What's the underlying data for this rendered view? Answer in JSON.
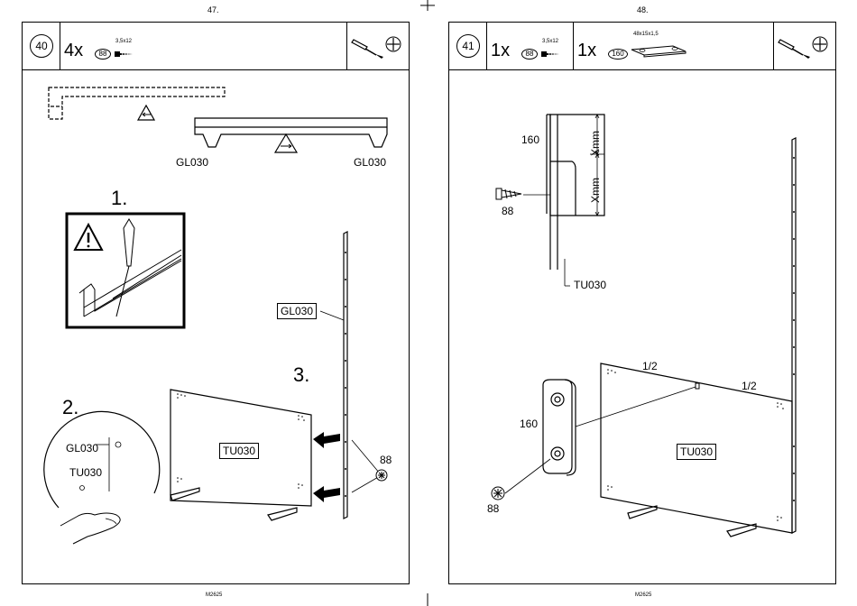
{
  "left_page": {
    "page_number": "47.",
    "step_number": "40",
    "parts": [
      {
        "quantity": "4x",
        "part_id": "88",
        "spec": "3,5x12"
      }
    ],
    "tool_icons": [
      "screwdriver-icon",
      "phillips-head-icon"
    ],
    "labels": {
      "rail_left": "GL030",
      "rail_right": "GL030",
      "side_panel": "GL030",
      "panel": "TU030",
      "detail_top": "GL030",
      "detail_bottom": "TU030",
      "screw": "88"
    },
    "substeps": [
      "1.",
      "2.",
      "3."
    ],
    "footer": "M2625"
  },
  "right_page": {
    "page_number": "48.",
    "step_number": "41",
    "parts": [
      {
        "quantity": "1x",
        "part_id": "88",
        "spec": "3,5x12"
      },
      {
        "quantity": "1x",
        "part_id": "160",
        "spec": "48x15x1,5"
      }
    ],
    "tool_icons": [
      "screwdriver-icon",
      "phillips-head-icon"
    ],
    "labels": {
      "bracket_top": "160",
      "dim_upper": "Xmm",
      "dim_lower": "Xmm",
      "screw_top": "88",
      "bracket_part": "TU030",
      "half_left": "1/2",
      "half_right": "1/2",
      "bracket_lower": "160",
      "panel": "TU030",
      "screw_bottom": "88"
    },
    "footer": "M2625"
  }
}
